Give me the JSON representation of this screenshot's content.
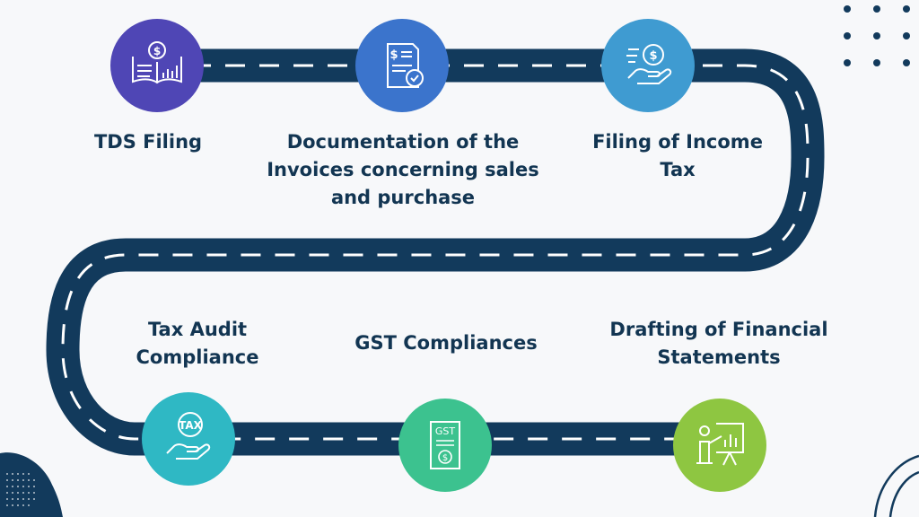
{
  "colors": {
    "background": "#f7f8fa",
    "road": "#123a5c",
    "road_dash": "#ffffff",
    "text": "#123552",
    "accent_dots": "#123a5c"
  },
  "steps": [
    {
      "lines": [
        "TDS Filing"
      ],
      "icon": "ledger-dollar-icon",
      "color": "#4f46b5"
    },
    {
      "lines": [
        "Documentation of the",
        "Invoices concerning sales",
        "and purchase"
      ],
      "icon": "invoice-check-icon",
      "color": "#3b74cc"
    },
    {
      "lines": [
        "Filing of Income",
        "Tax"
      ],
      "icon": "hand-coin-icon",
      "color": "#3f9bd1"
    },
    {
      "lines": [
        "Tax Audit",
        "Compliance"
      ],
      "icon": "tax-hand-icon",
      "color": "#2fb8c4"
    },
    {
      "lines": [
        "GST Compliances"
      ],
      "icon": "gst-document-icon",
      "color": "#3cc28f"
    },
    {
      "lines": [
        "Drafting of Financial",
        "Statements"
      ],
      "icon": "presentation-chart-icon",
      "color": "#8ec641"
    }
  ],
  "icon_text": {
    "tax": "TAX",
    "gst": "GST"
  }
}
